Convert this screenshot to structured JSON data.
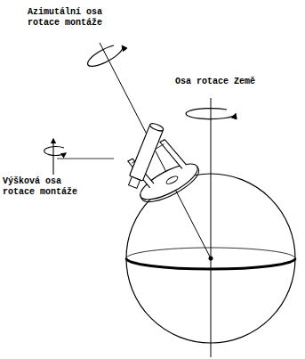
{
  "diagram": {
    "labels": [
      "Azimutální osa rotace montáže",
      "Osa rotace Země",
      "Výšková osa rotace montáže"
    ]
  }
}
